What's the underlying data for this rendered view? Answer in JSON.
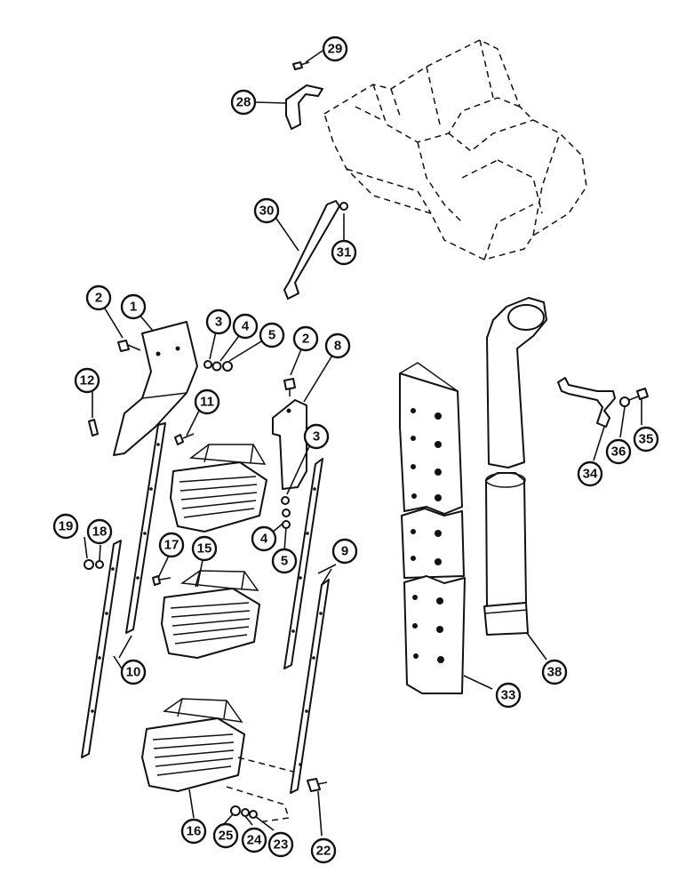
{
  "callouts": [
    {
      "id": "c1",
      "label": "1"
    },
    {
      "id": "c2a",
      "label": "2"
    },
    {
      "id": "c2b",
      "label": "2"
    },
    {
      "id": "c3a",
      "label": "3"
    },
    {
      "id": "c3b",
      "label": "3"
    },
    {
      "id": "c4a",
      "label": "4"
    },
    {
      "id": "c4b",
      "label": "4"
    },
    {
      "id": "c5a",
      "label": "5"
    },
    {
      "id": "c5b",
      "label": "5"
    },
    {
      "id": "c8",
      "label": "8"
    },
    {
      "id": "c9",
      "label": "9"
    },
    {
      "id": "c10",
      "label": "10"
    },
    {
      "id": "c11",
      "label": "11"
    },
    {
      "id": "c12",
      "label": "12"
    },
    {
      "id": "c15",
      "label": "15"
    },
    {
      "id": "c16",
      "label": "16"
    },
    {
      "id": "c17",
      "label": "17"
    },
    {
      "id": "c18",
      "label": "18"
    },
    {
      "id": "c19",
      "label": "19"
    },
    {
      "id": "c22",
      "label": "22"
    },
    {
      "id": "c23",
      "label": "23"
    },
    {
      "id": "c24",
      "label": "24"
    },
    {
      "id": "c25",
      "label": "25"
    },
    {
      "id": "c28",
      "label": "28"
    },
    {
      "id": "c29",
      "label": "29"
    },
    {
      "id": "c30",
      "label": "30"
    },
    {
      "id": "c31",
      "label": "31"
    },
    {
      "id": "c33",
      "label": "33"
    },
    {
      "id": "c34",
      "label": "34"
    },
    {
      "id": "c35",
      "label": "35"
    },
    {
      "id": "c36",
      "label": "36"
    },
    {
      "id": "c38",
      "label": "38"
    }
  ]
}
